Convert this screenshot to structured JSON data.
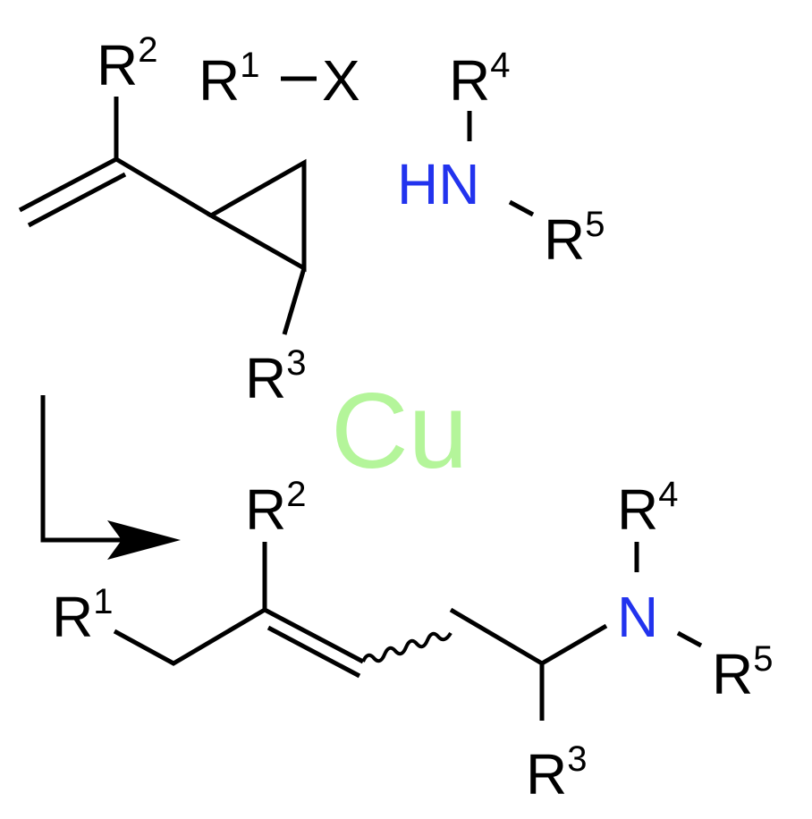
{
  "reactants": {
    "alkylidenecyclopropane": {
      "r2": {
        "symbol": "R",
        "index": "2"
      },
      "r3": {
        "symbol": "R",
        "index": "3"
      }
    },
    "electrophile": {
      "r1": {
        "symbol": "R",
        "index": "1"
      },
      "leaving_group": "X"
    },
    "amine": {
      "nh": "HN",
      "r4": {
        "symbol": "R",
        "index": "4"
      },
      "r5": {
        "symbol": "R",
        "index": "5"
      }
    }
  },
  "catalyst": {
    "label": "Cu",
    "color": "#b4f59a"
  },
  "product": {
    "r1": {
      "symbol": "R",
      "index": "1"
    },
    "r2": {
      "symbol": "R",
      "index": "2"
    },
    "r3": {
      "symbol": "R",
      "index": "3"
    },
    "n": "N",
    "r4": {
      "symbol": "R",
      "index": "4"
    },
    "r5": {
      "symbol": "R",
      "index": "5"
    }
  },
  "colors": {
    "bond": "#000000",
    "nitrogen": "#2233ee",
    "text": "#000000"
  }
}
